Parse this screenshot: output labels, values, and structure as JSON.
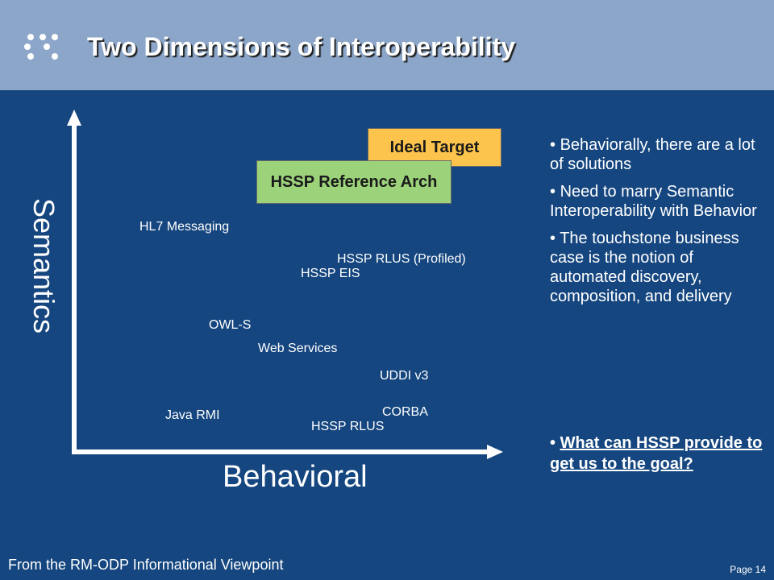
{
  "title": "Two Dimensions of Interoperability",
  "axes": {
    "y_label": "Semantics",
    "x_label": "Behavioral"
  },
  "boxes": {
    "ideal_target": "Ideal Target",
    "reference_arch": "HSSP Reference Arch"
  },
  "plot_labels": {
    "hl7": "HL7 Messaging",
    "rlus_profiled": "HSSP RLUS (Profiled)",
    "eis": "HSSP EIS",
    "owls": "OWL-S",
    "web_services": "Web Services",
    "uddi": "UDDI v3",
    "java_rmi": "Java RMI",
    "corba": "CORBA",
    "rlus": "HSSP RLUS"
  },
  "bullets": [
    "Behaviorally, there are a lot of solutions",
    "Need to marry Semantic Interoperability with Behavior",
    "The touchstone business case is the notion of automated discovery, composition, and delivery"
  ],
  "question": "What can HSSP provide to get us to the goal?",
  "footer": {
    "source": "From the RM-ODP  Informational Viewpoint",
    "page": "Page 14"
  },
  "colors": {
    "background": "#15467f",
    "header": "#8ba6c9",
    "ideal_target_fill": "#fcc44c",
    "reference_arch_fill": "#9cd27a"
  }
}
